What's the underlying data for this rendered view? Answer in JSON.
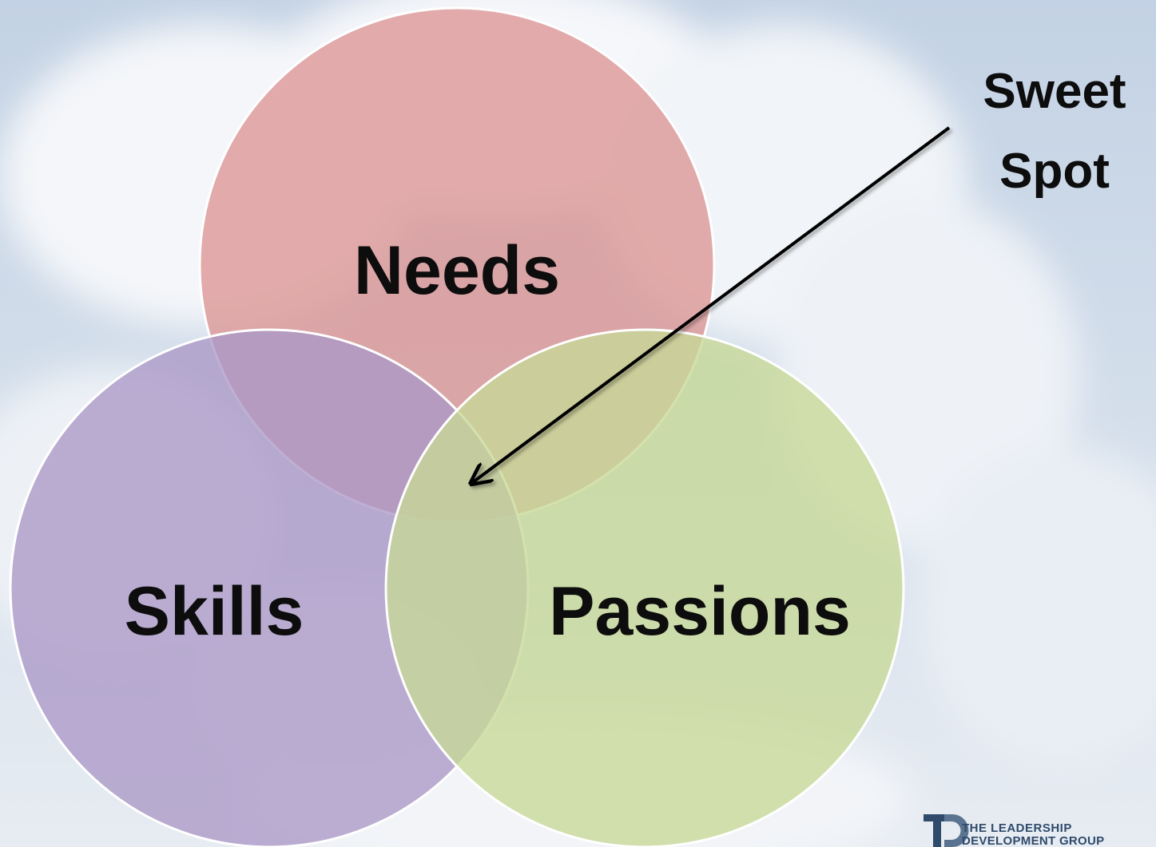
{
  "diagram": {
    "circles": [
      {
        "key": "needs",
        "label": "Needs",
        "color": "#dc9593"
      },
      {
        "key": "skills",
        "label": "Skills",
        "color": "#ac98c6"
      },
      {
        "key": "passions",
        "label": "Passions",
        "color": "#c6d996"
      }
    ],
    "callout": {
      "line1": "Sweet",
      "line2": "Spot"
    }
  },
  "logo": {
    "mark": "TD",
    "line1": "The Leadership",
    "line2": "Development Group",
    "color": "#2f4a6b"
  },
  "colors": {
    "sky": "#c9d6e6",
    "cloud": "#f3f5f8",
    "outline": "#ffffff",
    "arrow": "#000000"
  }
}
